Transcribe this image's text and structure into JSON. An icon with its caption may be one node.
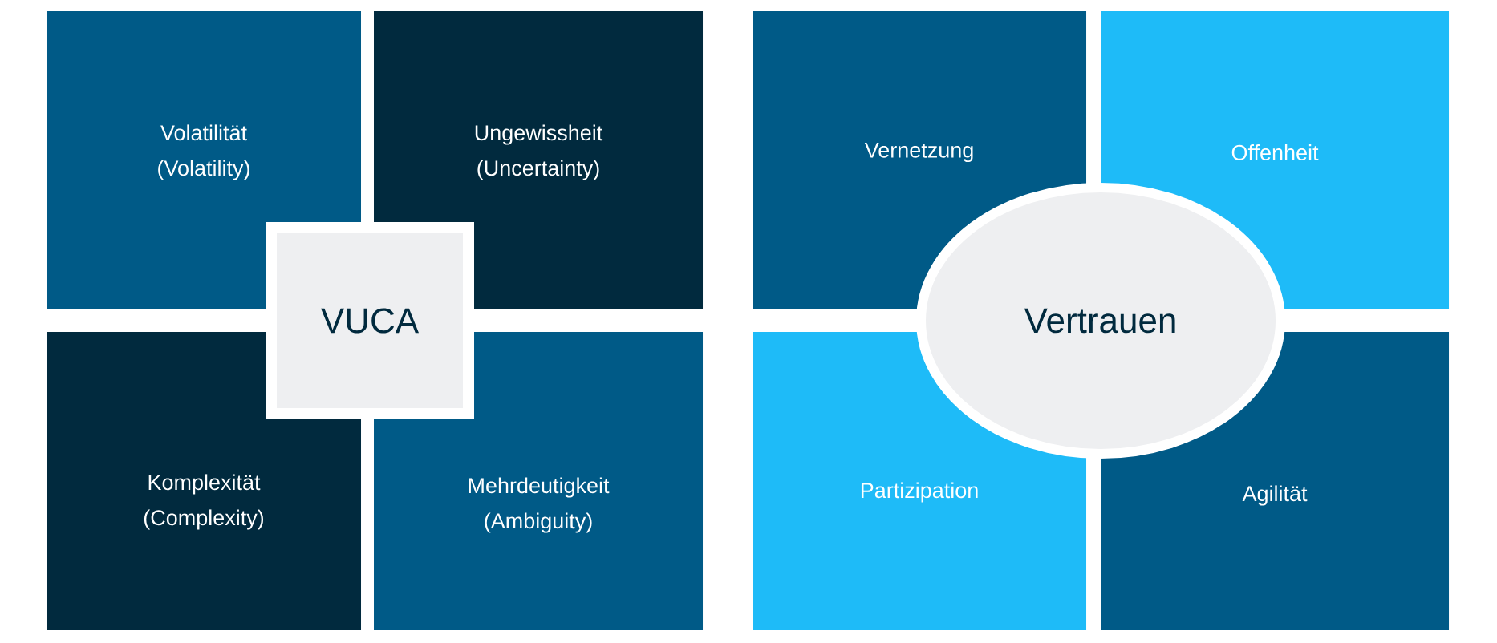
{
  "diagram": {
    "nodes": [
      {
        "text": [
          "Volatilität",
          "(Volatility)"
        ]
      },
      {
        "text": [
          "Ungewissheit",
          "(Uncertainty)"
        ]
      },
      {
        "text": [
          "Komplexität",
          "(Complexity)"
        ]
      },
      {
        "text": [
          "Mehrdeutigkeit",
          "(Ambiguity)"
        ]
      },
      {
        "text": [
          "VUCA"
        ]
      },
      {
        "text": [
          "Vernetzung"
        ]
      },
      {
        "text": [
          "Offenheit"
        ]
      },
      {
        "text": [
          "Partizipation"
        ]
      },
      {
        "text": [
          "Agilität"
        ]
      },
      {
        "text": [
          "Vertrauen"
        ]
      }
    ]
  }
}
